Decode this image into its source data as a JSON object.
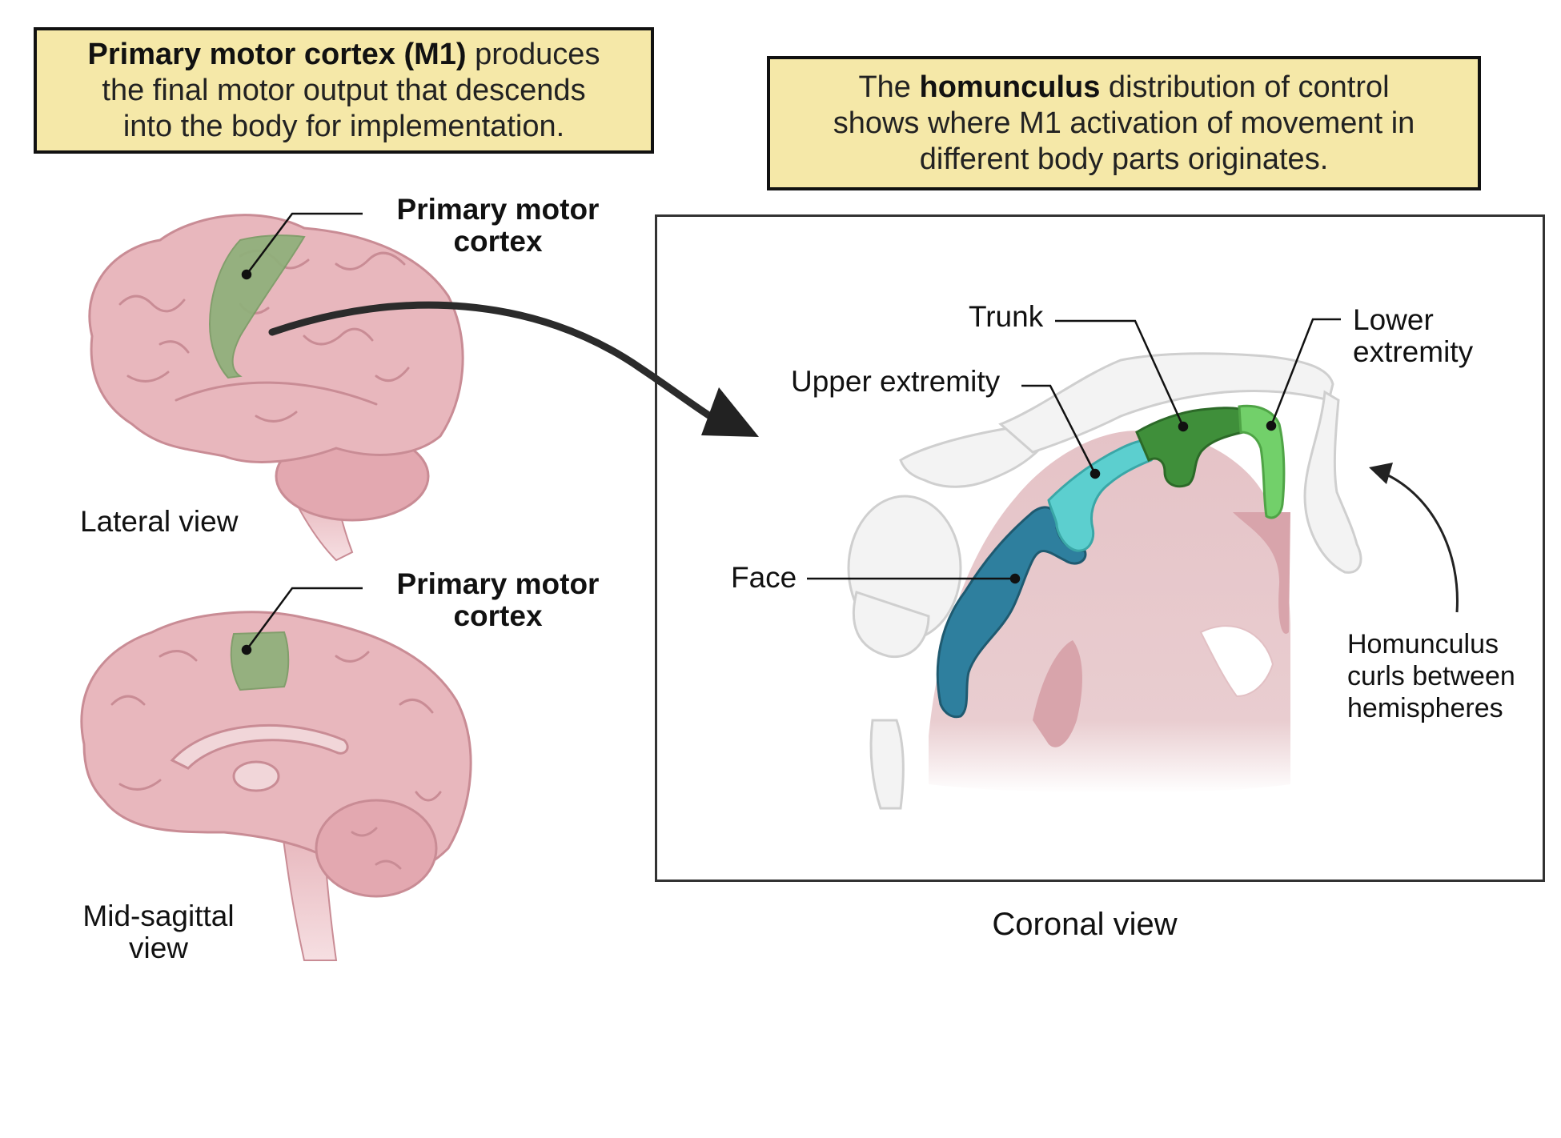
{
  "callouts": {
    "m1": {
      "bold": "Primary motor cortex (M1)",
      "rest1": " produces",
      "line2": "the final motor output that descends",
      "line3": "into the body for implementation."
    },
    "homunculus": {
      "pre": "The ",
      "bold": "homunculus",
      "rest1": " distribution of control",
      "line2": "shows where M1 activation of movement in",
      "line3": "different body parts originates."
    }
  },
  "labels": {
    "lateral_m1": [
      "Primary motor",
      "cortex"
    ],
    "lateral_view": "Lateral view",
    "sagittal_m1": [
      "Primary motor",
      "cortex"
    ],
    "sagittal_view": [
      "Mid-sagittal",
      "view"
    ],
    "trunk": "Trunk",
    "lower_extremity": [
      "Lower",
      "extremity"
    ],
    "upper_extremity": "Upper extremity",
    "face": "Face",
    "homunculus_note": [
      "Homunculus",
      "curls between",
      "hemispheres"
    ],
    "coronal_view": "Coronal view"
  },
  "colors": {
    "callout_fill": "#f5e8a8",
    "brain": "#e8b7bd",
    "brain_outline": "#c98c95",
    "m1_highlight": "#8fb07a",
    "face_region": "#2e7f9e",
    "upper_region": "#5ccfcf",
    "trunk_region": "#3f8f3a",
    "lower_region": "#72d06a"
  }
}
